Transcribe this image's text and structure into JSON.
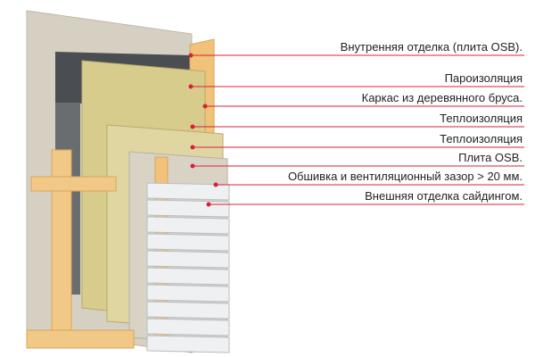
{
  "labels": [
    {
      "text": "Внутренняя отделка (плита OSB).",
      "layer": "inner-osb"
    },
    {
      "text": "Пароизоляция",
      "layer": "vapor-barrier"
    },
    {
      "text": "Каркас из деревянного бруса.",
      "layer": "timber-frame"
    },
    {
      "text": "Теплоизоляция",
      "layer": "insulation-1"
    },
    {
      "text": "Теплоизоляция",
      "layer": "insulation-2"
    },
    {
      "text": "Плита OSB.",
      "layer": "outer-osb"
    },
    {
      "text": "Обшивка и вентиляционный зазор > 20 мм.",
      "layer": "battens"
    },
    {
      "text": "Внешняя отделка сайдингом.",
      "layer": "siding"
    }
  ],
  "colors": {
    "leader": "#d9203a",
    "wood": "#f0c27a",
    "insulation": "#d8cc8c",
    "osb": "#d8d2c4",
    "vapor": "#4a4d52",
    "siding": "#eef0f2"
  }
}
